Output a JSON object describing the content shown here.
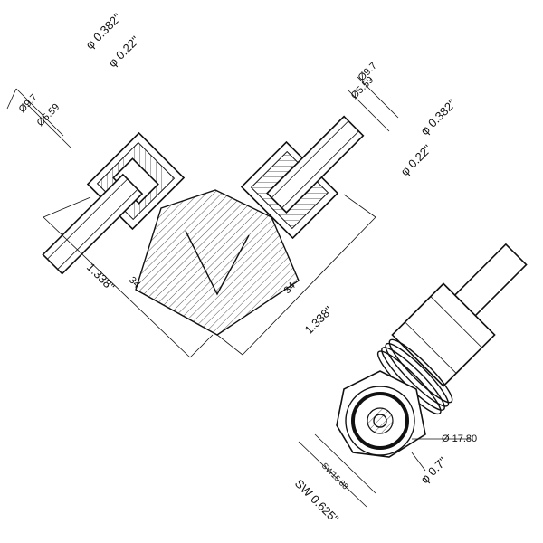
{
  "labels": {
    "top_outer_dia": "φ 0.382\"",
    "top_inner_dia": "φ 0.22\"",
    "right_outer_dia": "φ 0.382\"",
    "right_inner_dia": "φ 0.22\"",
    "left_tube_od_mm": "Ø9.7",
    "left_tube_id_mm": "Ø5.59",
    "right_tube_od_mm": "Ø9.7",
    "right_tube_id_mm": "Ø5.59",
    "left_length_in": "1.338\"",
    "left_length_mm": "34",
    "right_length_mm": "34",
    "right_length_in": "1.338\"",
    "face_dia_mm": "Ø 17.80",
    "face_dia_in": "φ 0.7\"",
    "hex_mm": "SW15.88",
    "hex_in": "SW 0.625\""
  }
}
